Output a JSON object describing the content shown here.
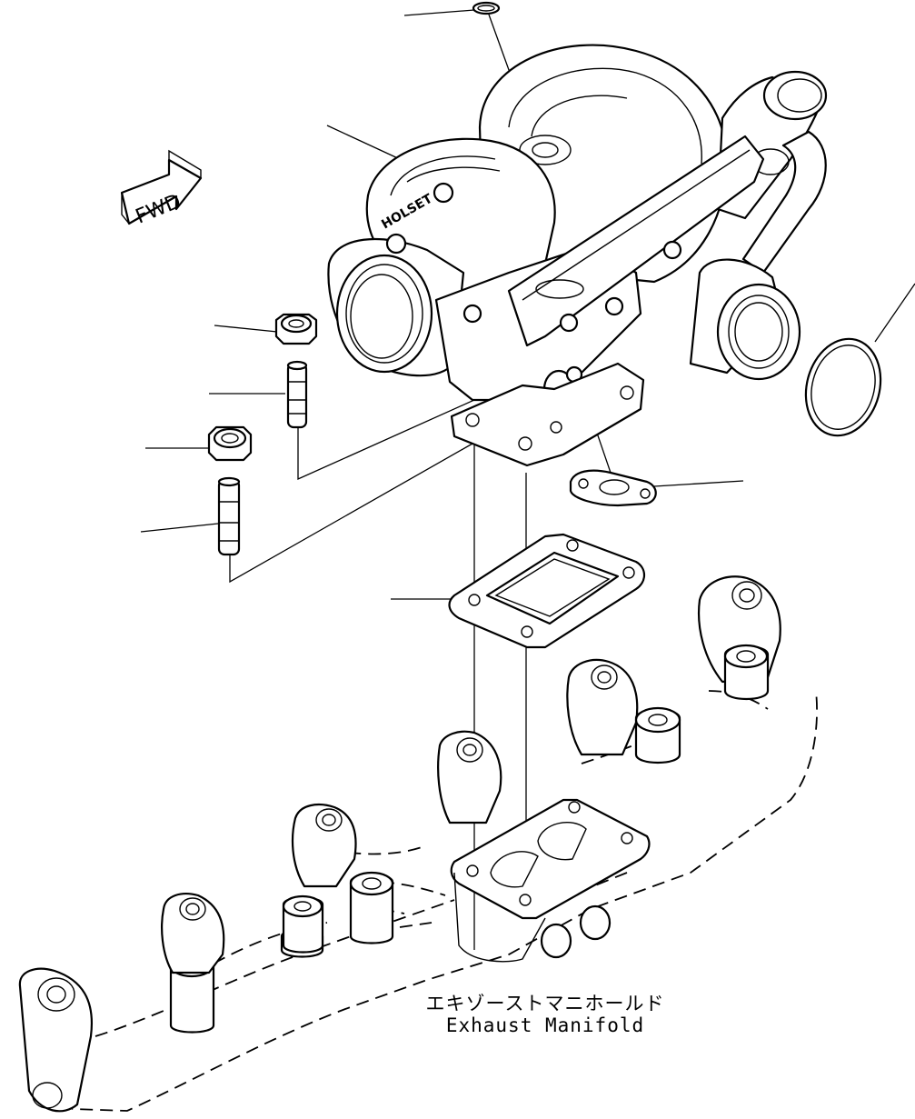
{
  "diagram": {
    "fwd_label": "FWD",
    "housing_stamp": "HOLSET",
    "caption_jp": "エキゾーストマニホールド",
    "caption_en": "Exhaust Manifold"
  }
}
